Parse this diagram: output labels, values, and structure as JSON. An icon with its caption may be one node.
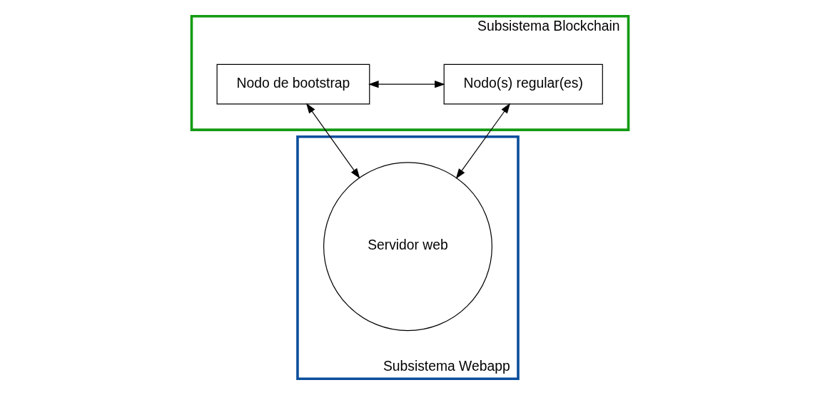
{
  "diagram": {
    "nodes": [
      {
        "text": [
          "Subsistema Blockchain"
        ]
      },
      {
        "text": [
          "Nodo de bootstrap"
        ],
        "in": 0
      },
      {
        "text": [
          "Nodo(s) regular(es)"
        ],
        "in": 0
      },
      {
        "text": [
          "Subsistema Webapp"
        ]
      },
      {
        "text": [
          "Servidor web"
        ],
        "in": 3
      }
    ],
    "edges": [
      {
        "from": 1,
        "to": 2,
        "arrow": "both"
      },
      {
        "from": 1,
        "to": 4,
        "arrow": "both"
      },
      {
        "from": 2,
        "to": 4,
        "arrow": "both"
      }
    ]
  }
}
